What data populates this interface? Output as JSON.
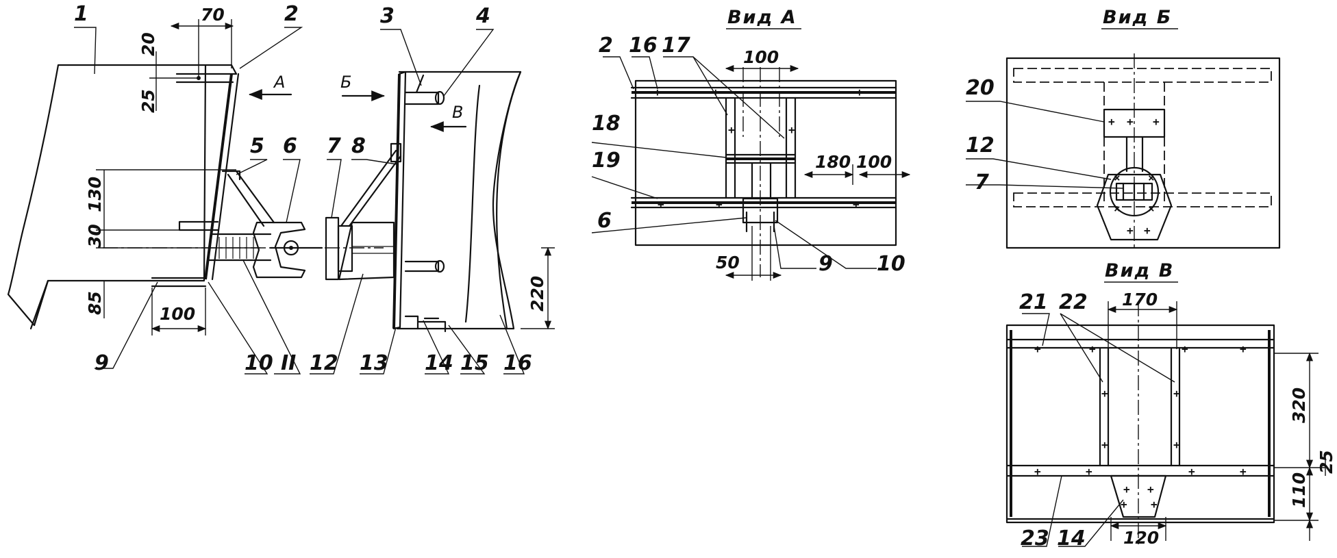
{
  "callouts": {
    "c1": "1",
    "c2": "2",
    "c3": "3",
    "c4": "4",
    "c5": "5",
    "c6": "6",
    "c7": "7",
    "c8": "8",
    "c9": "9",
    "c10": "10",
    "c11": "II",
    "c12": "12",
    "c13": "13",
    "c14": "14",
    "c15": "15",
    "c16": "16"
  },
  "side_view": {
    "arrow_a": "А",
    "arrow_b": "Б",
    "arrow_v": "В",
    "dims": {
      "d70": "70",
      "d20": "20",
      "d25": "25",
      "d130": "130",
      "d30": "30",
      "d85": "85",
      "d100": "100",
      "d220": "220"
    }
  },
  "view_a": {
    "title": "Вид А",
    "callouts": {
      "c2": "2",
      "c16": "16",
      "c17": "17",
      "c18": "18",
      "c19": "19",
      "c6": "6",
      "c9": "9",
      "c10": "10"
    },
    "dims": {
      "d100": "100",
      "d180": "180",
      "d100b": "100",
      "d50": "50"
    }
  },
  "view_b": {
    "title": "Вид Б",
    "callouts": {
      "c20": "20",
      "c12": "12",
      "c7": "7"
    }
  },
  "view_v": {
    "title": "Вид В",
    "callouts": {
      "c21": "21",
      "c22": "22",
      "c23": "23",
      "c14": "14"
    },
    "dims": {
      "d170": "170",
      "d320": "320",
      "d25": "25",
      "d110": "110",
      "d120": "120"
    }
  }
}
